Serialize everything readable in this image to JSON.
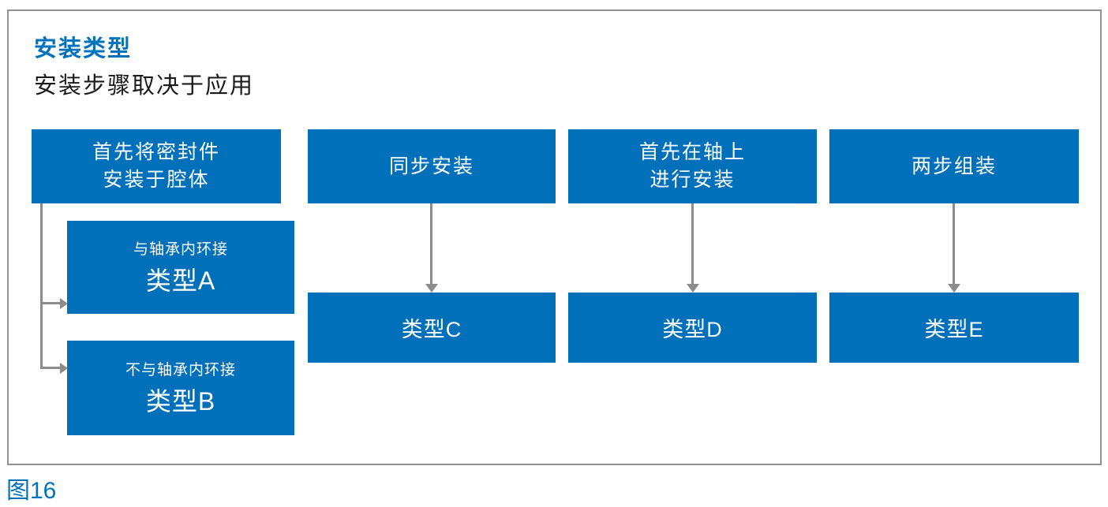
{
  "page": {
    "title": "安装类型",
    "subtitle": "安装步骤取决于应用",
    "caption": "图16"
  },
  "colors": {
    "accent_blue": "#0072BC",
    "box_blue": "#0070BA",
    "box_text": "#FFFFFF",
    "line_gray": "#8C8C8C",
    "frame_border": "#919295",
    "subtitle_text": "#1A1A1A",
    "background": "#FFFFFF"
  },
  "diagram": {
    "columns": [
      {
        "header_lines": [
          "首先将密封件",
          "安装于腔体"
        ],
        "children": [
          {
            "note": "与轴承内环接",
            "label": "类型A"
          },
          {
            "note": "不与轴承内环接",
            "label": "类型B"
          }
        ]
      },
      {
        "header_lines": [
          "同步安装"
        ],
        "result": "类型C"
      },
      {
        "header_lines": [
          "首先在轴上",
          "进行安装"
        ],
        "result": "类型D"
      },
      {
        "header_lines": [
          "两步组装"
        ],
        "result": "类型E"
      }
    ]
  }
}
